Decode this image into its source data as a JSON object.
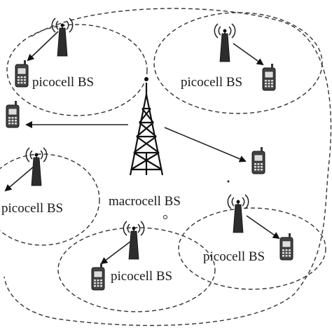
{
  "labels": {
    "macro": "macrocell BS",
    "pico_top_left": "picocell BS",
    "pico_top_right": "picocell BS",
    "pico_mid_left": "picocell BS",
    "pico_bottom_mid": "picocell BS",
    "pico_bottom_right": "picocell BS"
  }
}
